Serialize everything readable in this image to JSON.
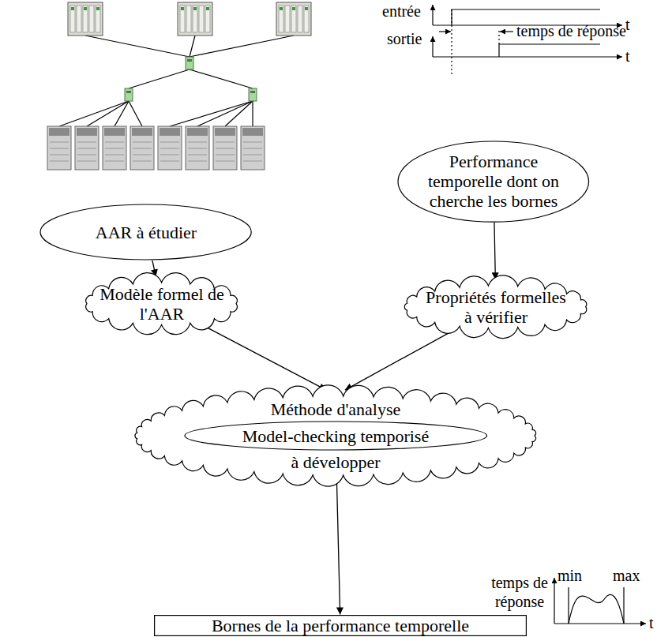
{
  "diagram": {
    "nodes": [
      {
        "text": [
          "AAR à étudier"
        ]
      },
      {
        "text": [
          "Performance temporelle dont on cherche les bornes"
        ]
      },
      {
        "text": [
          "Modèle formel de l'AAR"
        ]
      },
      {
        "text": [
          "Propriétés formelles à vérifier"
        ]
      },
      {
        "text": [
          "Méthode d'analyse",
          "à développer"
        ]
      },
      {
        "text": [
          "Model-checking temporisé"
        ],
        "in": 4
      },
      {
        "text": [
          "Bornes de la performance temporelle"
        ]
      }
    ],
    "edges": [
      {
        "from": 0,
        "to": 2,
        "arrow": "to"
      },
      {
        "from": 1,
        "to": 3,
        "arrow": "to"
      },
      {
        "from": 2,
        "to": 4,
        "arrow": "to"
      },
      {
        "from": 3,
        "to": 4,
        "arrow": "to"
      },
      {
        "from": 4,
        "to": 6,
        "arrow": "to"
      }
    ],
    "labels": [
      "entrée",
      "t",
      "sortie",
      "temps de réponse",
      "t",
      "temps de réponse",
      "min",
      "max",
      "t"
    ]
  }
}
